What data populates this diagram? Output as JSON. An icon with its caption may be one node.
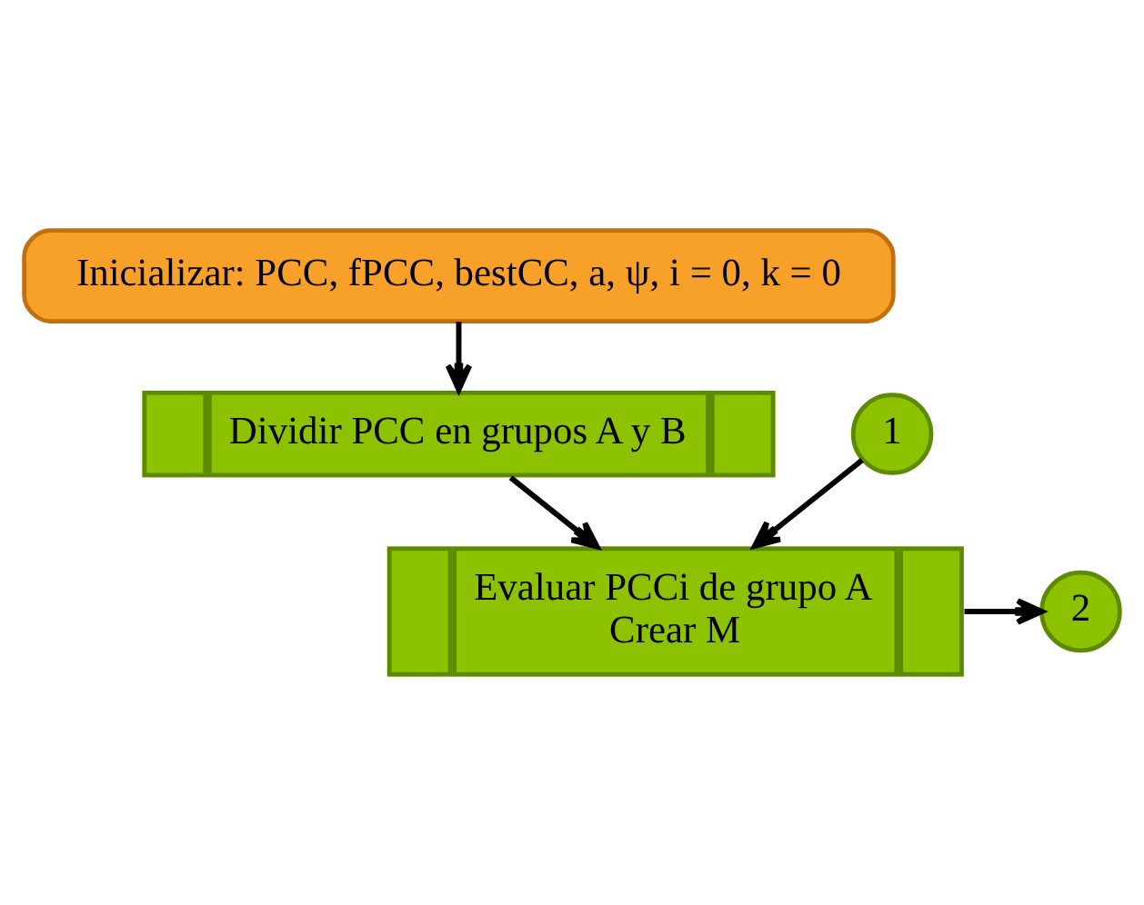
{
  "diagram": {
    "nodes": [
      {
        "text": [
          "Inicializar: PCC, fPCC, bestCC, a, ψ, i = 0, k = 0"
        ]
      },
      {
        "text": [
          "Dividir PCC en grupos A y B"
        ]
      },
      {
        "text": [
          "1"
        ]
      },
      {
        "text": [
          "Evaluar PCCi de grupo A",
          "Crear M"
        ]
      },
      {
        "text": [
          "2"
        ]
      }
    ],
    "edges": [
      {
        "from": 0,
        "to": 1,
        "arrow": "to"
      },
      {
        "from": 1,
        "to": 3,
        "arrow": "to"
      },
      {
        "from": 2,
        "to": 3,
        "arrow": "to"
      },
      {
        "from": 3,
        "to": 4,
        "arrow": "to"
      }
    ]
  }
}
